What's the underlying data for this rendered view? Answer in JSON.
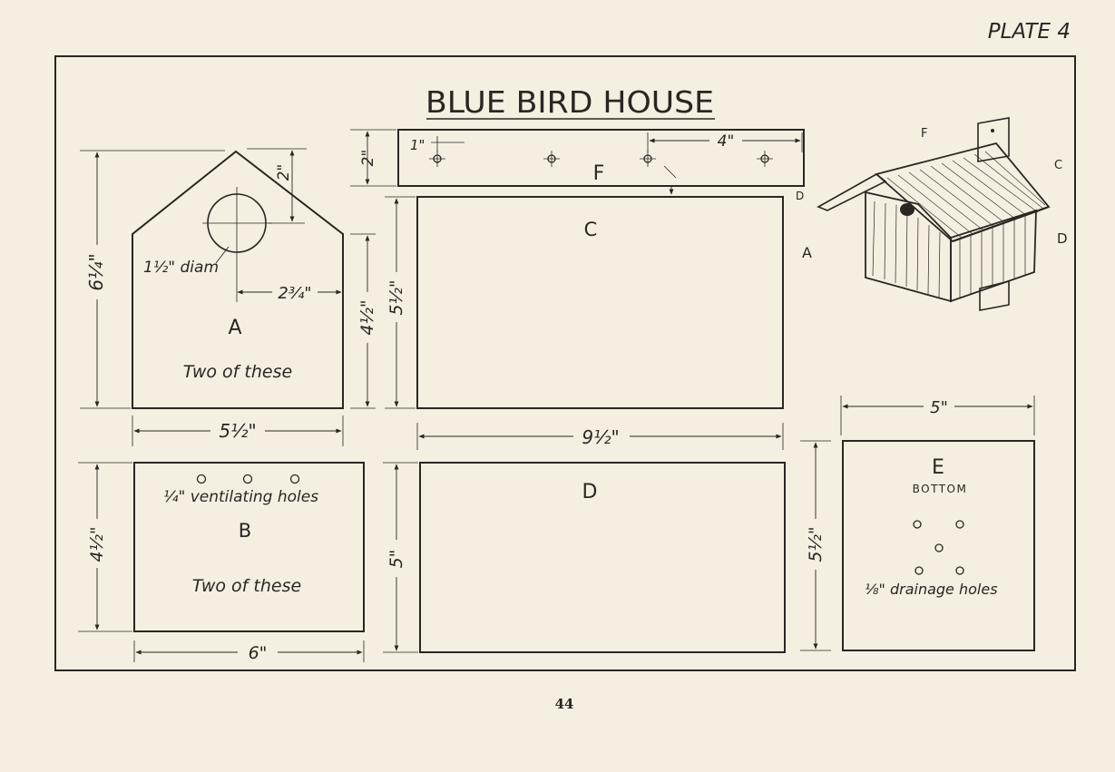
{
  "plate_label": "PLATE 4",
  "title": "BLUE BIRD HOUSE",
  "page_number": "44",
  "parts": {
    "A": {
      "letter": "A",
      "note": "Two of these",
      "hole_label": "1½\" diam",
      "dim_height": "6¼\"",
      "dim_width": "5½\"",
      "dim_hole_top": "2\"",
      "dim_hole_side": "2¾\"",
      "dim_side": "4½\""
    },
    "B": {
      "letter": "B",
      "note": "Two of these",
      "holes_label": "¼\" ventilating holes",
      "dim_height": "4½\"",
      "dim_width": "6\""
    },
    "C": {
      "letter": "C",
      "dim_height": "5½\"",
      "dim_width": "9½\""
    },
    "D": {
      "letter": "D",
      "dim_height": "5\""
    },
    "E": {
      "letter": "E",
      "sublabel": "BOTTOM",
      "holes_label": "⅛\" drainage holes",
      "dim_width": "5\"",
      "dim_height": "5½\""
    },
    "F": {
      "letter": "F",
      "dim_height": "2\"",
      "dim_end": "1\"",
      "dim_spacing": "4\""
    }
  },
  "sketch_labels": {
    "F": "F",
    "C": "C",
    "D_top": "D",
    "A": "A",
    "D_right": "D"
  },
  "icons": {
    "birdhouse": "birdhouse-sketch-icon"
  },
  "colors": {
    "paper": "#f4efe1",
    "ink": "#2a2622"
  }
}
